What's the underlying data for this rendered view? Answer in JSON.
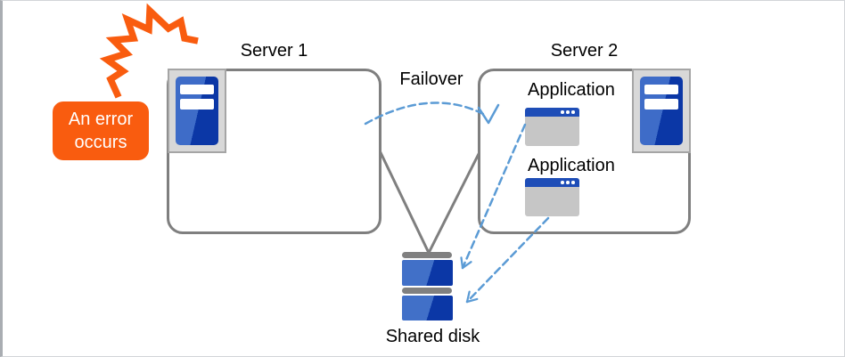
{
  "diagram": {
    "title_context": "Failover cluster diagram",
    "error_badge": {
      "label": "An error occurs"
    },
    "server1": {
      "label": "Server 1"
    },
    "server2": {
      "label": "Server 2",
      "applications": [
        {
          "label": "Application"
        },
        {
          "label": "Application"
        }
      ]
    },
    "failover_label": "Failover",
    "shared_disk": {
      "label": "Shared disk"
    },
    "colors": {
      "accent_orange": "#f95c0f",
      "server_blue_light": "#3e6cc8",
      "server_blue_dark": "#0b37a6",
      "app_titlebar_blue": "#1e4db7",
      "arrow_blue": "#5b9bd5",
      "line_gray": "#7f7f7f",
      "frame_gray": "#d8d8d8",
      "window_body_gray": "#c6c6c6",
      "disk_bar_gray": "#808080"
    }
  }
}
